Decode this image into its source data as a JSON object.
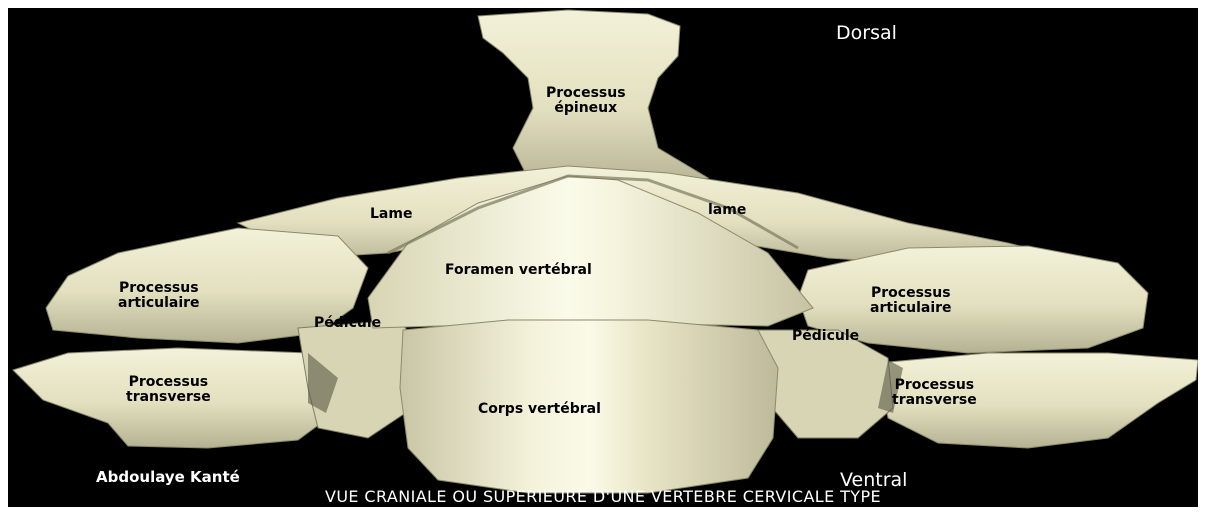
{
  "image": {
    "background_color": "#000000",
    "bone_color": "#e9e6c8",
    "bone_shadow_color": "#8c8a6c",
    "label_color": "#000000",
    "overlay_text_color": "#ffffff"
  },
  "orientation": {
    "dorsal": "Dorsal",
    "ventral": "Ventral"
  },
  "labels": {
    "processus_epineux": "Processus\népineux",
    "lame_left": "Lame",
    "lame_right": "lame",
    "foramen_vertebral": "Foramen vertébral",
    "processus_articulaire_left": "Processus\narticulaire",
    "processus_articulaire_right": "Processus\narticulaire",
    "pedicule_left": "Pédicule",
    "pedicule_right": "Pédicule",
    "processus_transverse_left": "Processus\ntransverse",
    "processus_transverse_right": "Processus\ntransverse",
    "corps_vertebral": "Corps vertébral"
  },
  "credit": "Abdoulaye Kanté",
  "caption": "VUE CRANIALE OU SUPERIEURE D'UNE VERTEBRE CERVICALE TYPE"
}
